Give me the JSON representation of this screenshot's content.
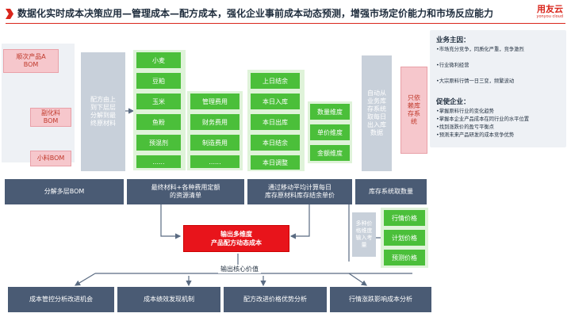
{
  "title": "数据化实时成本决策应用—管理成本—配方成本，强化企业事前成本动态预测，增强市场定价能力和市场反应能力",
  "logo": {
    "main": "用友云",
    "sub": "yonyou cloud"
  },
  "left": {
    "bom_parent": "顺次产品A\nBOM",
    "bom_sub": "副化料\nBOM",
    "bom_small": "小料BOM",
    "recipe_note": "配方由上到下层层分解到最终原材料",
    "bottom_bar": "分解多层BOM"
  },
  "materials": [
    "小麦",
    "豆粕",
    "玉米",
    "鱼粉",
    "预混剂",
    "......"
  ],
  "fees": [
    "管理费用",
    "财务费用",
    "制造费用",
    "......"
  ],
  "mid_bar": "最终材料+各种费用定额\n的资源清单",
  "inventory": [
    "上日结余",
    "本日入库",
    "本日出库",
    "本日结余",
    "本日调整"
  ],
  "dimensions": [
    "数量维度",
    "单价维度",
    "金额维度"
  ],
  "moving_avg_bar": "通过移动平均计算每日\n库存原材料库存结余单价",
  "auto_fetch": "自动从业务库存系统取每日出入库数据",
  "only_inventory": "只依赖库存系统",
  "inv_system_bar": "库存系统取数量",
  "price_input": "多种价格维度输入考量",
  "prices": [
    "行情价格",
    "计划价格",
    "预测价格"
  ],
  "output_center": "输出多维度\n产品配方动态成本",
  "output_core_label": "输出核心价值",
  "values": [
    "成本管控分析改进机会",
    "成本绩效发现机制",
    "配方改进价格优势分析",
    "行情涨跌影响成本分析"
  ],
  "panel": {
    "h1": "业务主因：",
    "items1": [
      "•市场充分竞争，同质化严重，竞争激烈",
      "•行业微利经营",
      "•大宗原料行情一日三变，频繁波动"
    ],
    "h2": "促使企业：",
    "items2": [
      "•掌握原料行业的变化趋势",
      "•掌握本企业产品成本在同行业的水平位置",
      "•找到涨跌价的盈亏平衡点",
      "•预测未来产品研发的成本竞争优势"
    ]
  },
  "colors": {
    "accent": "#d9261c",
    "green": "#4bbf3a",
    "dark": "#4a5b74",
    "pink": "#f6c7cc",
    "gray": "#c8d0da"
  }
}
